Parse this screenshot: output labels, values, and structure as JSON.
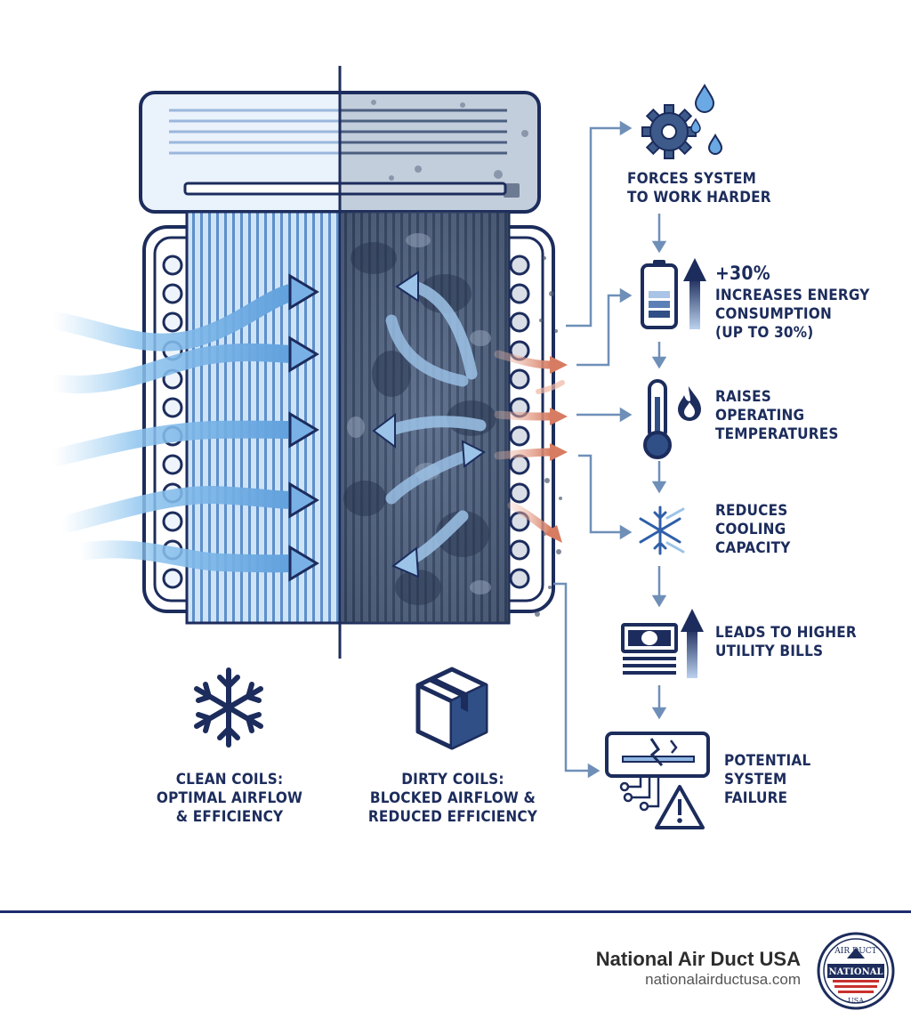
{
  "left_captions": {
    "clean": "CLEAN COILS:\nOPTIMAL AIRFLOW\n& EFFICIENCY",
    "dirty": "DIRTY COILS:\nBLOCKED AIRFLOW &\nREDUCED EFFICIENCY"
  },
  "effects": [
    {
      "icon": "gear-water-icon",
      "text": "FORCES SYSTEM\nTO WORK HARDER"
    },
    {
      "icon": "battery-icon",
      "highlight": "+30%",
      "text": "INCREASES ENERGY\nCONSUMPTION\n(UP TO 30%)"
    },
    {
      "icon": "thermometer-flame-icon",
      "text": "RAISES\nOPERATING\nTEMPERATURES"
    },
    {
      "icon": "snowflake-icon",
      "text": "REDUCES\nCOOLING\nCAPACITY"
    },
    {
      "icon": "money-arrow-icon",
      "text": "LEADS TO HIGHER\nUTILITY BILLS"
    },
    {
      "icon": "broken-ac-warning-icon",
      "text": "POTENTIAL\nSYSTEM\nFAILURE"
    }
  ],
  "footer": {
    "brand": "National Air Duct USA",
    "url": "nationalairductusa.com",
    "logo_text_top": "AIR DUCT",
    "logo_text_mid": "NATIONAL",
    "logo_text_bottom": "USA"
  },
  "colors": {
    "navy": "#1c2c5c",
    "blue": "#3d72b5",
    "light_blue": "#a9d0ef",
    "dirty": "#4a5c78",
    "warm_arrow": "#d98a72"
  }
}
